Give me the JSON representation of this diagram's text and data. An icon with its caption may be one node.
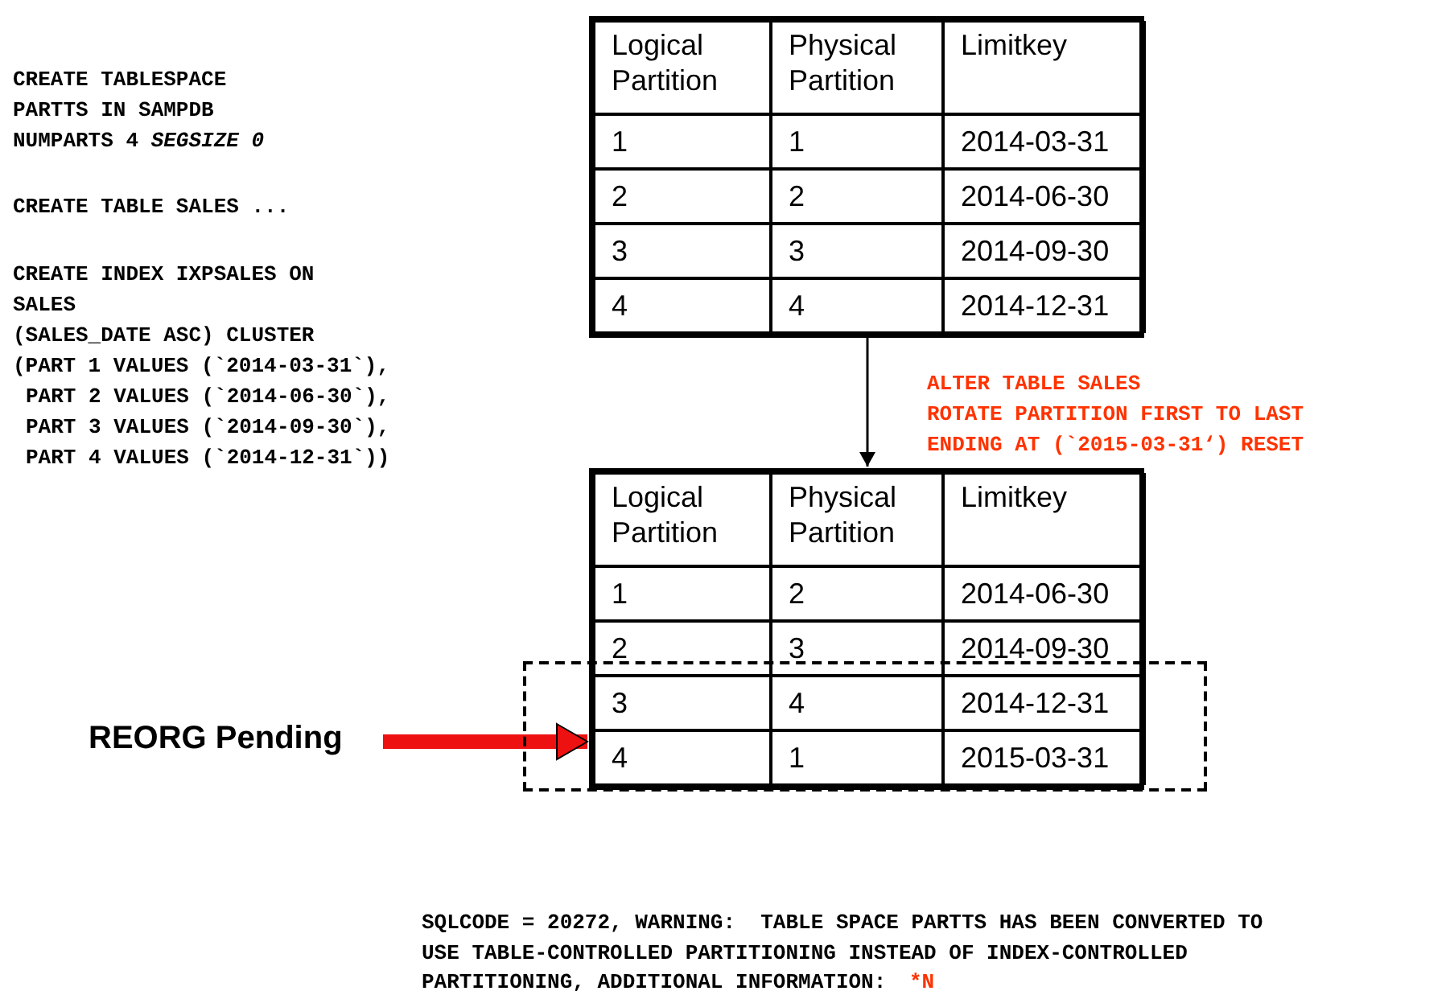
{
  "diagram": {
    "nodes": [
      {
        "text": [
          "Logical Partition",
          "Physical Partition",
          "Limitkey",
          "1",
          "1",
          "2014-03-31",
          "2",
          "2",
          "2014-06-30",
          "3",
          "3",
          "2014-09-30",
          "4",
          "4",
          "2014-12-31"
        ]
      },
      {
        "text": [
          "Logical Partition",
          "Physical Partition",
          "Limitkey",
          "1",
          "2",
          "2014-06-30",
          "2",
          "3",
          "2014-09-30",
          "3",
          "4",
          "2014-12-31",
          "4",
          "1",
          "2015-03-31"
        ]
      },
      {
        "text": [
          "REORG Pending"
        ]
      }
    ],
    "edges": [
      {
        "from": 0,
        "to": 1,
        "arrow": "to"
      },
      {
        "from": 2,
        "to": 1,
        "arrow": "to",
        "style": "thick",
        "color": "#ee1111"
      }
    ],
    "labels": [
      "CREATE TABLESPACE",
      "PARTTS IN SAMPDB",
      "NUMPARTS 4 *SEGSIZE 0*",
      "CREATE TABLE SALES ...",
      "CREATE INDEX IXPSALES ON",
      "SALES",
      "(SALES_DATE ASC) CLUSTER",
      "(PART 1 VALUES (`2014-03-31`),",
      "PART 2 VALUES (`2014-06-30`),",
      "PART 3 VALUES (`2014-09-30`),",
      "PART 4 VALUES (`2014-12-31`))",
      "ALTER TABLE SALES",
      "ROTATE PARTITION FIRST TO LAST",
      "ENDING AT (`2015-03-31‘) RESET",
      "SQLCODE = 20272, WARNING:  TABLE SPACE PARTTS HAS BEEN CONVERTED TO",
      "USE TABLE-CONTROLLED PARTITIONING INSTEAD OF INDEX-CONTROLLED",
      "PARTITIONING, ADDITIONAL INFORMATION:",
      "*N"
    ]
  }
}
